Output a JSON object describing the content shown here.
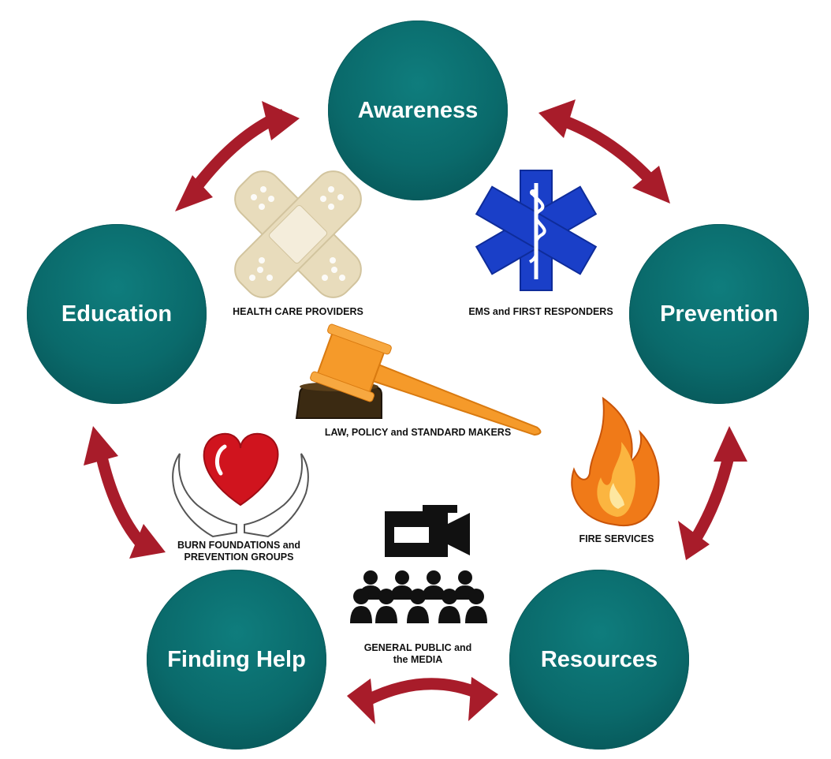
{
  "nodes": {
    "awareness": "Awareness",
    "prevention": "Prevention",
    "resources": "Resources",
    "finding_help": "Finding Help",
    "education": "Education"
  },
  "stakeholders": {
    "health_care": "HEALTH CARE PROVIDERS",
    "ems": "EMS and FIRST RESPONDERS",
    "law": "LAW, POLICY and STANDARD MAKERS",
    "burn_line1": "BURN FOUNDATIONS and",
    "burn_line2": "PREVENTION GROUPS",
    "fire": "FIRE SERVICES",
    "public_line1": "GENERAL PUBLIC and",
    "public_line2": "the MEDIA"
  },
  "colors": {
    "node_teal": "#0a6a6b",
    "arrow_red": "#a81c2a",
    "ems_blue": "#1a3fc8",
    "bandage": "#e8dcbc",
    "gavel": "#f59a2a",
    "heart": "#d0141e",
    "flame": "#f07a18"
  },
  "icons": [
    "bandage-icon",
    "star-of-life-icon",
    "gavel-icon",
    "heart-in-hands-icon",
    "flame-icon",
    "camera-audience-icon"
  ]
}
